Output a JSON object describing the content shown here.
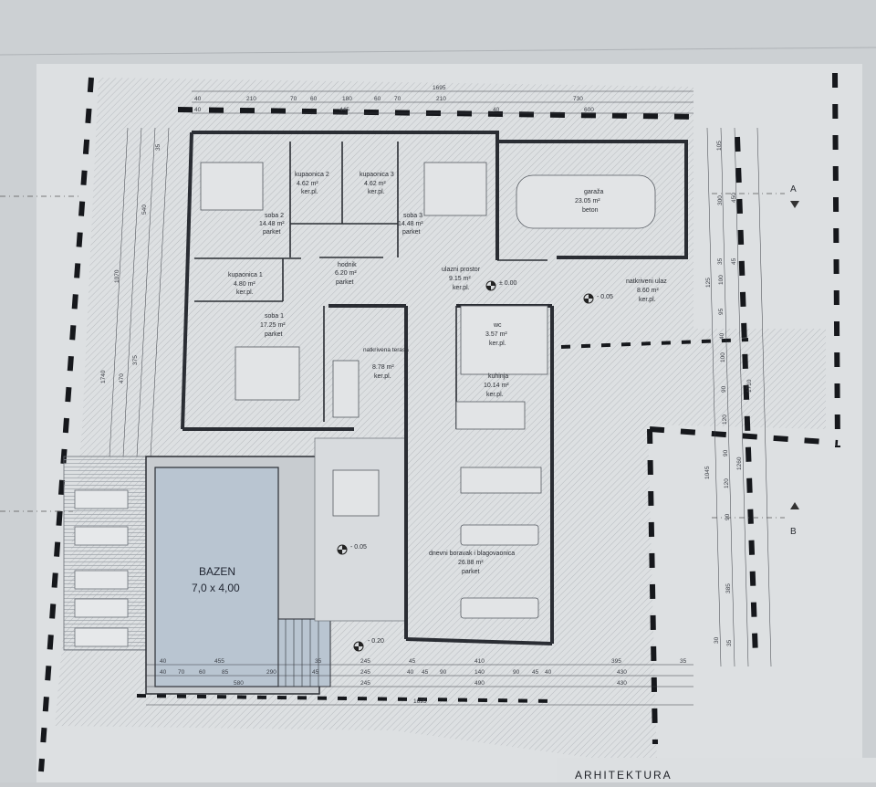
{
  "rooms": [
    {
      "key": "soba2",
      "name": "soba 2",
      "area": "14.48 m²",
      "floor": "parket"
    },
    {
      "key": "kup2",
      "name": "kupaonica 2",
      "area": "4.62 m²",
      "floor": "ker.pl."
    },
    {
      "key": "kup3",
      "name": "kupaonica 3",
      "area": "4.62 m²",
      "floor": "ker.pl."
    },
    {
      "key": "soba3",
      "name": "soba 3",
      "area": "14.48 m²",
      "floor": "parket"
    },
    {
      "key": "garaza",
      "name": "garaža",
      "area": "23.05 m²",
      "floor": "beton"
    },
    {
      "key": "kup1",
      "name": "kupaonica 1",
      "area": "4.80 m²",
      "floor": "ker.pl."
    },
    {
      "key": "hodnik",
      "name": "hodnik",
      "area": "6.20 m²",
      "floor": "parket"
    },
    {
      "key": "ulazni",
      "name": "ulazni prostor",
      "area": "9.15 m²",
      "floor": "ker.pl."
    },
    {
      "key": "natkriveni",
      "name": "natkriveni ulaz",
      "area": "8.60 m²",
      "floor": "ker.pl."
    },
    {
      "key": "soba1",
      "name": "soba 1",
      "area": "17.25 m²",
      "floor": "parket"
    },
    {
      "key": "terasa",
      "name": "natkrivena terasa",
      "area": "8.78 m²",
      "floor": "ker.pl."
    },
    {
      "key": "wc",
      "name": "wc",
      "area": "3.57 m²",
      "floor": "ker.pl."
    },
    {
      "key": "kuhinja",
      "name": "kuhinja",
      "area": "10.14 m²",
      "floor": "ker.pl."
    },
    {
      "key": "boravak",
      "name": "dnevni boravak i blagovaonica",
      "area": "26.88 m²",
      "floor": "parket"
    }
  ],
  "pool": {
    "name": "BAZEN",
    "size": "7,0 x 4,00"
  },
  "levels": {
    "ulaz": "± 0.00",
    "ulaz_vanjski": "- 0.05",
    "terasa": "- 0.05",
    "vrt": "- 0.20"
  },
  "sections": {
    "a": "A",
    "b": "B"
  },
  "dims_top": {
    "total": "1695",
    "row2": [
      "40",
      "210",
      "70",
      "60",
      "180",
      "60",
      "70",
      "210",
      "730"
    ],
    "row3": [
      "40",
      "445",
      "40",
      "600"
    ]
  },
  "dims_bottom": {
    "row1": [
      "40",
      "455",
      "35",
      "245",
      "45",
      "410",
      "395",
      "35"
    ],
    "row2": [
      "40",
      "70",
      "60",
      "85",
      "290",
      "45",
      "245",
      "40",
      "45",
      "90",
      "140",
      "90",
      "45",
      "40",
      "430"
    ],
    "row3": [
      "580",
      "245",
      "490",
      "430"
    ],
    "total": "1695"
  },
  "dims_left": [
    "1070",
    "540",
    "1740",
    "375",
    "470",
    "35"
  ],
  "dims_right": [
    "105",
    "300",
    "450",
    "35",
    "125",
    "100",
    "45",
    "95",
    "40",
    "100",
    "90",
    "1710",
    "120",
    "90",
    "1045",
    "120",
    "1260",
    "90",
    "385",
    "30",
    "35"
  ],
  "footer_text": "ARHITEKTURA"
}
